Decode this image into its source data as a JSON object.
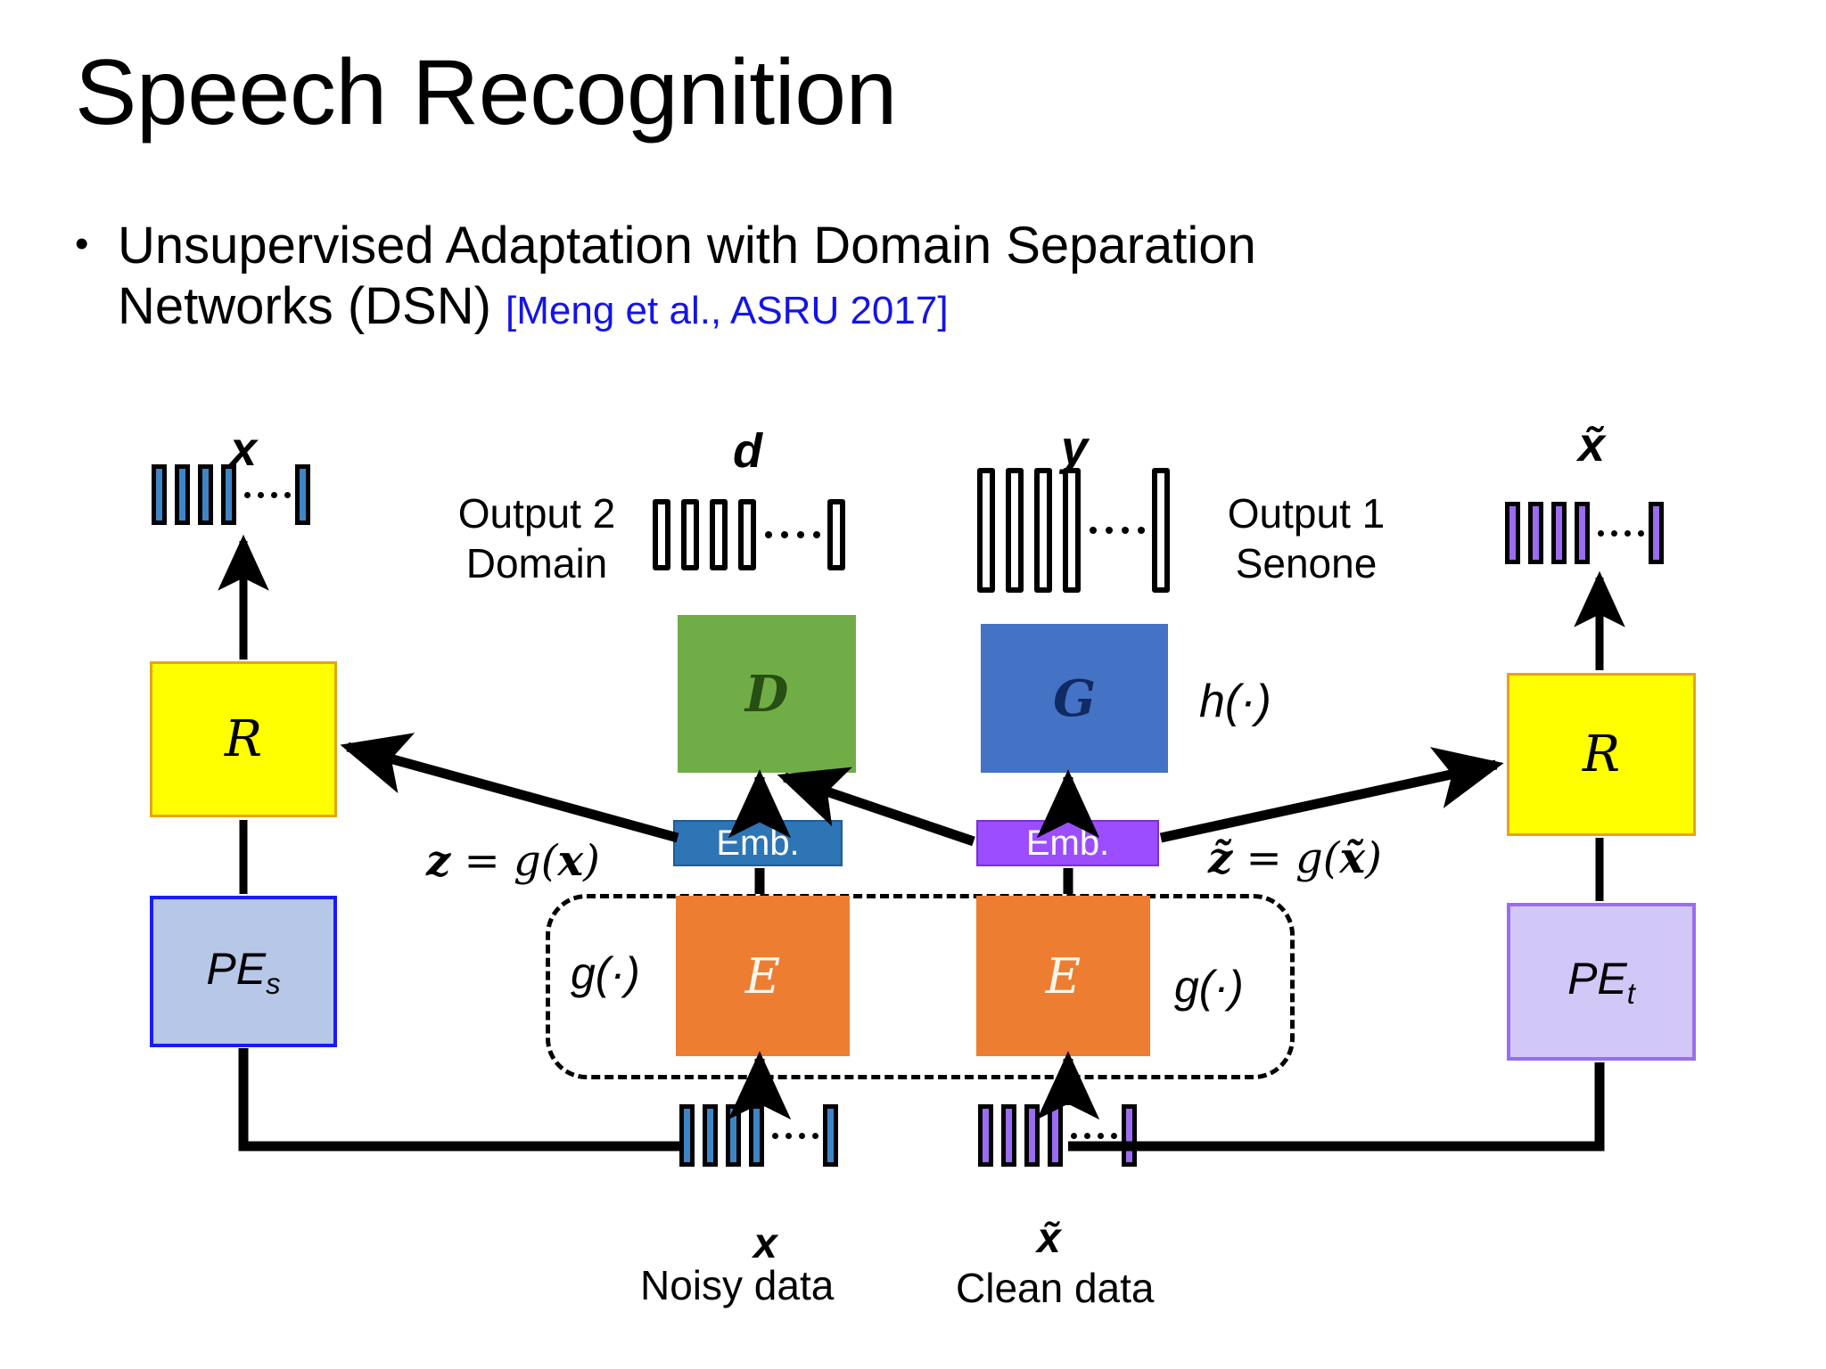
{
  "slide": {
    "title": "Speech Recognition",
    "bullet": {
      "marker": "•",
      "text_line1": "Unsupervised Adaptation with Domain Separation",
      "text_line2": "Networks (DSN)",
      "citation": "[Meng et al., ASRU 2017]"
    }
  },
  "colors": {
    "citation_blue": "#1414e6",
    "box_R_fill": "#ffff00",
    "box_R_border": "#e8a317",
    "box_PEs_fill": "#b7c7e8",
    "box_PEs_border": "#1a1aff",
    "box_PEt_fill": "#d2c8f8",
    "box_PEt_border": "#9a6df0",
    "box_D_fill": "#70ad47",
    "box_G_fill": "#4472c4",
    "box_E_fill": "#ed7d31",
    "emb_source_fill": "#2e75b6",
    "emb_target_fill": "#9b4dff",
    "bar_noisy": "#3d85c6",
    "bar_clean": "#9b6bf2"
  },
  "diagram": {
    "boxes": {
      "r_source": "R",
      "pe_source": "PEs",
      "r_target": "R",
      "pe_target": "PEt",
      "discriminator": "D",
      "generator": "G",
      "encoder_source": "E",
      "encoder_target": "E",
      "emb_source": "Emb.",
      "emb_target": "Emb."
    },
    "vector_labels": {
      "top_left": "x",
      "domain_output": "d",
      "senone_output": "y",
      "top_right": "x̃",
      "bottom_noisy": "x",
      "bottom_clean": "x̃"
    },
    "text_labels": {
      "output2_line1": "Output 2",
      "output2_line2": "Domain",
      "output1_line1": "Output 1",
      "output1_line2": "Senone",
      "noisy_data": "Noisy data",
      "clean_data": "Clean data",
      "h_function": "h(·)",
      "g_function_left": "g(·)",
      "g_function_right": "g(·)",
      "equation_source": "z = g(x)",
      "equation_target": "z̃ = g(x̃)"
    }
  }
}
